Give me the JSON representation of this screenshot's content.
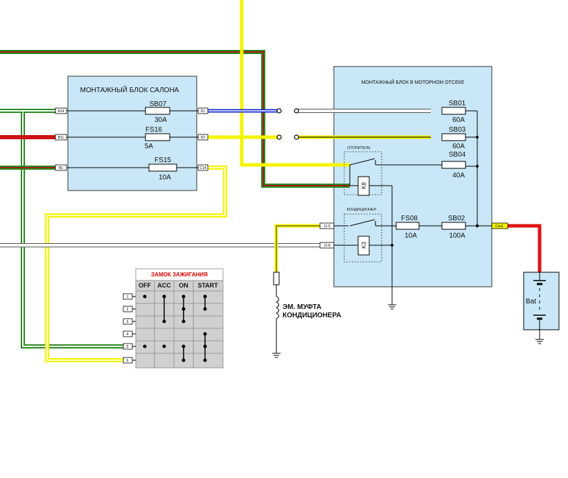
{
  "cabin_box": {
    "title": "МОНТАЖНЫЙ БЛОК САЛОНА",
    "fuses": [
      {
        "name": "SB07",
        "rating": "30A"
      },
      {
        "name": "FS16",
        "rating": "5A"
      },
      {
        "name": "FS15",
        "rating": "10A"
      }
    ],
    "connectors": [
      "A14",
      "B11",
      "B1",
      "D1",
      "D2",
      "C14"
    ]
  },
  "engine_box": {
    "title": "МОНТАЖНЫЙ БЛОК В МОТОРНОМ ОТСЕКЕ",
    "fuses": [
      {
        "name": "SB01",
        "rating": "60A"
      },
      {
        "name": "SB03",
        "rating": "60A"
      },
      {
        "name": "SB04",
        "rating": "40A"
      },
      {
        "name": "FS08",
        "rating": "10A"
      },
      {
        "name": "SB02",
        "rating": "100A"
      }
    ],
    "heater_label": "ОТОПИТЕЛЬ",
    "ac_label": "КОНДИЦИОНЕР",
    "relay_heater": "K8",
    "relay_ac": "K3",
    "connectors": [
      "J1-5",
      "J1-8",
      "Con1"
    ]
  },
  "ignition": {
    "title": "ЗАМОК ЗАЖИГАНИЯ",
    "columns": [
      "OFF",
      "ACC",
      "ON",
      "START"
    ],
    "rows": [
      "1",
      "2",
      "3",
      "4",
      "5",
      "6"
    ]
  },
  "clutch": {
    "line1": "ЭМ. МУФТА",
    "line2": "КОНДИЦИОНЕРА"
  },
  "battery": {
    "label": "Bat"
  },
  "colors": {
    "box_fill": "#c9e7f6",
    "wire_red": "#cc1414",
    "wire_green": "#2a8a1e",
    "wire_yellow": "#f4f400",
    "wire_blue": "#1428d0",
    "ignition_grid": "#d0d0d0",
    "ignition_title": "#e00000"
  }
}
